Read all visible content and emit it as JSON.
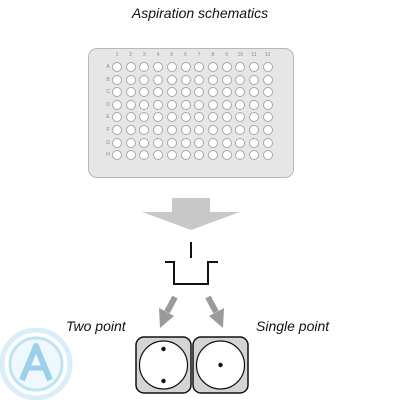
{
  "title": "Aspiration schematics",
  "plate": {
    "columns": [
      "1",
      "2",
      "3",
      "4",
      "5",
      "6",
      "7",
      "8",
      "9",
      "10",
      "11",
      "12"
    ],
    "rows": [
      "A",
      "B",
      "C",
      "D",
      "E",
      "F",
      "G",
      "H"
    ]
  },
  "labels": {
    "two_point": "Two point",
    "single_point": "Single point"
  },
  "colors": {
    "plate_fill": "#e6e6e6",
    "arrow_fill": "#c8c8c8",
    "well_fill": "#ffffff",
    "logo_accent": "#9ad0ea"
  },
  "icons": [
    "down-arrow-icon",
    "pipette-tip-icon",
    "well-cross-section-icon",
    "diagonal-arrow-icon",
    "logo-icon"
  ]
}
